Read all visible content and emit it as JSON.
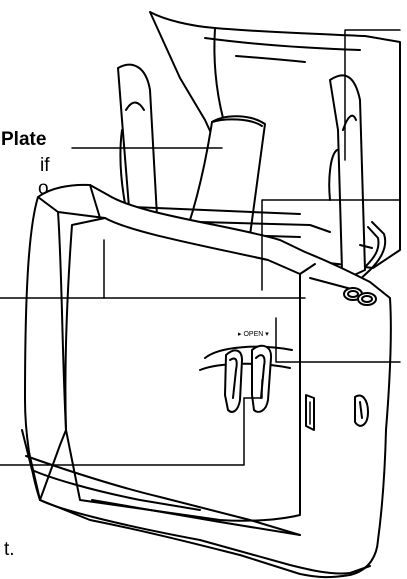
{
  "labels": {
    "plate_title": "Plate",
    "line_if": "if",
    "line_o": "o",
    "line_t": "t."
  },
  "device": {
    "open_label": "▸ OPEN ▾"
  }
}
